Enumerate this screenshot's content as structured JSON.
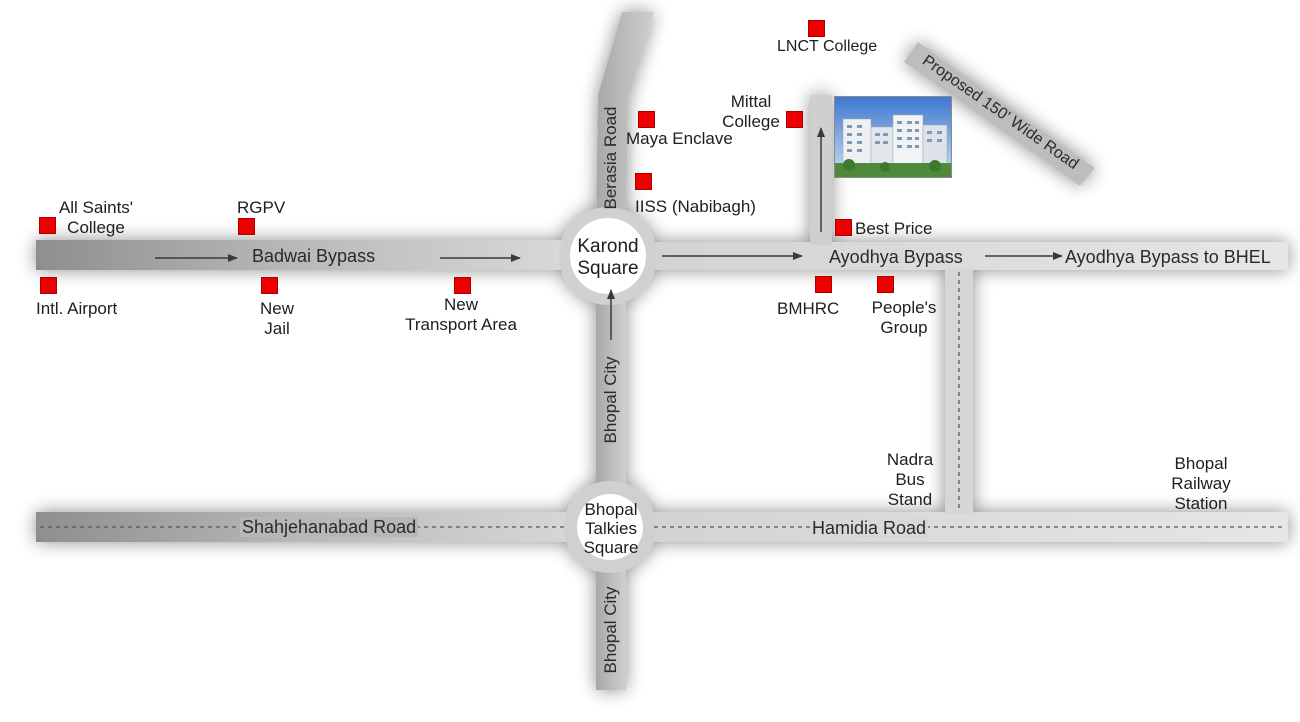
{
  "roads": {
    "badwai_bypass": "Badwai Bypass",
    "ayodhya_bypass": "Ayodhya Bypass",
    "ayodhya_to_bhel": "Ayodhya Bypass to BHEL",
    "shahjehanabad_road": "Shahjehanabad Road",
    "hamidia_road": "Hamidia Road",
    "berasia_road": "Berasia Road",
    "bhopal_city_upper": "Bhopal City",
    "bhopal_city_lower": "Bhopal City",
    "proposed_road": "Proposed 150' Wide Road"
  },
  "squares": {
    "karond_line1": "Karond",
    "karond_line2": "Square",
    "talkies_line1": "Bhopal",
    "talkies_line2": "Talkies",
    "talkies_line3": "Square"
  },
  "places": {
    "all_saints_line1": "All Saints'",
    "all_saints_line2": "College",
    "rgpv": "RGPV",
    "intl_airport": "Intl. Airport",
    "new_jail_line1": "New",
    "new_jail_line2": "Jail",
    "new_transport_line1": "New",
    "new_transport_line2": "Transport Area",
    "maya_enclave": "Maya Enclave",
    "iiss": "IISS (Nabibagh)",
    "lnct": "LNCT College",
    "mittal_line1": "Mittal",
    "mittal_line2": "College",
    "best_price": "Best Price",
    "bmhrc": "BMHRC",
    "peoples_line1": "People's",
    "peoples_line2": "Group",
    "nadra_line1": "Nadra",
    "nadra_line2": "Bus",
    "nadra_line3": "Stand",
    "railway_line1": "Bhopal",
    "railway_line2": "Railway",
    "railway_line3": "Station"
  },
  "colors": {
    "road_fill": "#c8c8c8",
    "road_dark": "#8c8c8c",
    "marker": "#ee0000"
  },
  "icons": {
    "marker": "red-square-marker",
    "project_photo": "apartment-building-image"
  }
}
